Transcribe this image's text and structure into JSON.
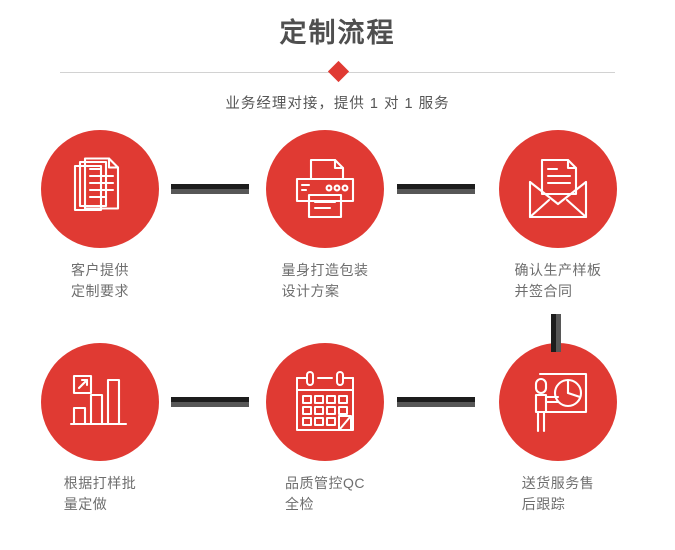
{
  "header": {
    "title": "定制流程",
    "subtitle": "业务经理对接，提供 1 对 1 服务",
    "divider_icon": "diamond-icon"
  },
  "theme": {
    "accent": "#e03a33",
    "title_color": "#4f4f4f",
    "label_color": "#6e6e6e",
    "connector_dark": "#1d1d1d",
    "connector_light": "#575757",
    "divider_line": "#d2d2d2"
  },
  "flow": {
    "steps": [
      {
        "index": 1,
        "icon": "documents-icon",
        "label": "客户提供\n定制要求"
      },
      {
        "index": 2,
        "icon": "printer-icon",
        "label": "量身打造包装\n设计方案"
      },
      {
        "index": 3,
        "icon": "envelope-document-icon",
        "label": "确认生产样板\n并签合同"
      },
      {
        "index": 4,
        "icon": "bar-chart-growth-icon",
        "label": "根据打样批\n量定做"
      },
      {
        "index": 5,
        "icon": "calendar-icon",
        "label": "品质管控QC\n全检"
      },
      {
        "index": 6,
        "icon": "presenter-pie-chart-icon",
        "label": "送货服务售\n后跟踪"
      }
    ],
    "connectors": [
      {
        "name": "connector-step1-step2",
        "orientation": "horizontal"
      },
      {
        "name": "connector-step2-step3",
        "orientation": "horizontal"
      },
      {
        "name": "connector-step4-step5",
        "orientation": "horizontal"
      },
      {
        "name": "connector-step5-step6",
        "orientation": "horizontal"
      },
      {
        "name": "connector-step3-step6",
        "orientation": "vertical"
      }
    ]
  }
}
